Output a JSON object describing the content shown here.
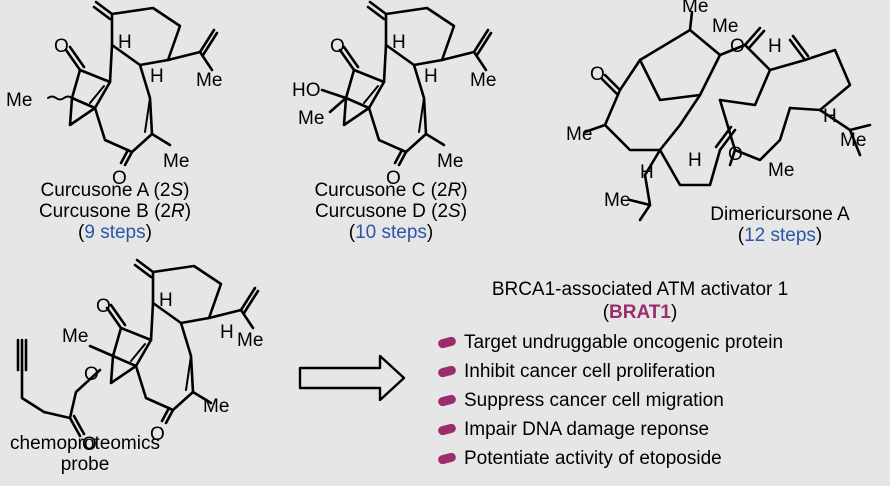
{
  "compounds": {
    "curcusone_ab": {
      "line1": "Curcusone A (2",
      "line1_cfg": "S",
      "line2": "Curcusone B (2",
      "line2_cfg": "R",
      "steps": "9 steps"
    },
    "curcusone_cd": {
      "line1": "Curcusone C (2",
      "line1_cfg": "R",
      "line2": "Curcusone D (2",
      "line2_cfg": "S",
      "steps": "10 steps"
    },
    "dimericursone": {
      "name": "Dimericursone A",
      "steps": "12 steps"
    },
    "probe": {
      "line1": "chemoproteomics",
      "line2": "probe"
    }
  },
  "atoms": {
    "O": "O",
    "H": "H",
    "Me": "Me",
    "HO": "HO"
  },
  "target": {
    "title_line1": "BRCA1-associated ATM activator 1",
    "acronym": "BRAT1",
    "bullets": [
      "Target undruggable oncogenic protein",
      "Inhibit cancer cell proliferation",
      "Suppress cancer cell migration",
      "Impair DNA damage reponse",
      "Potentiate activity of etoposide"
    ]
  },
  "colors": {
    "accent": "#9b2c6d",
    "steps": "#2a56a6",
    "background": "#e6e6e6"
  }
}
